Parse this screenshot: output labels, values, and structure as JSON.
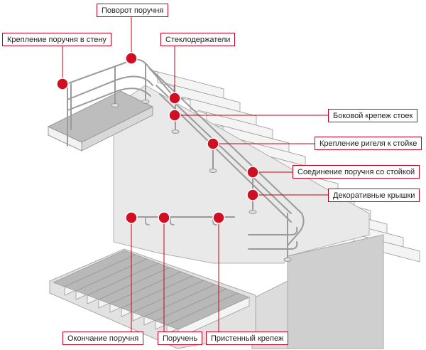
{
  "colors": {
    "accent": "#c8001e",
    "marker": "#d10f23",
    "stair_top": "#b8b8b8",
    "stair_riser": "#f4f4f4",
    "wall": "#e6e6e6",
    "wall_dark": "#cfcfcf",
    "rail": "#9a9a9a"
  },
  "labels": {
    "handrail_turn": "Поворот поручня",
    "wall_mount": "Крепление поручня в стену",
    "glass_holders": "Стеклодержатели",
    "side_post_mount": "Боковой крепеж стоек",
    "rail_to_post": "Крепление ригеля к стойке",
    "handrail_post_joint": "Соединение поручня со стойкой",
    "decor_caps": "Декоративные крышки",
    "handrail_end": "Окончание поручня",
    "handrail": "Поручень",
    "wall_bracket": "Пристенный крепеж"
  }
}
